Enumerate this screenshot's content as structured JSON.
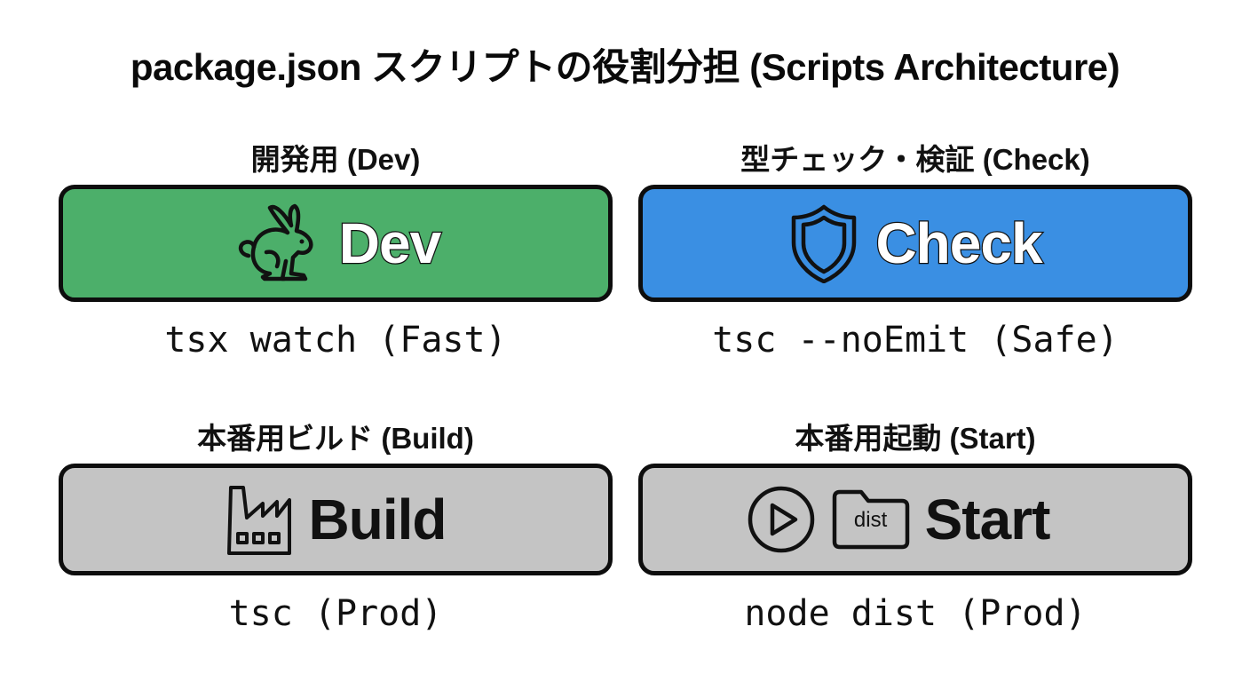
{
  "title": "package.json スクリプトの役割分担 (Scripts Architecture)",
  "cards": [
    {
      "label": "開発用 (Dev)",
      "button": "Dev",
      "icon": "rabbit-icon",
      "color": "#4caf6a",
      "command": "tsx watch (Fast)"
    },
    {
      "label": "型チェック・検証 (Check)",
      "button": "Check",
      "icon": "shield-icon",
      "color": "#3a8fe3",
      "command": "tsc --noEmit (Safe)"
    },
    {
      "label": "本番用ビルド (Build)",
      "button": "Build",
      "icon": "factory-icon",
      "color": "#c4c4c4",
      "command": "tsc (Prod)"
    },
    {
      "label": "本番用起動 (Start)",
      "button": "Start",
      "icons": [
        "play-circle-icon",
        "folder-icon"
      ],
      "folder_text": "dist",
      "color": "#c4c4c4",
      "command": "node dist (Prod)"
    }
  ],
  "colors": {
    "dev": "#4caf6a",
    "check": "#3a8fe3",
    "prod": "#c4c4c4",
    "border": "#0d0d0d"
  }
}
